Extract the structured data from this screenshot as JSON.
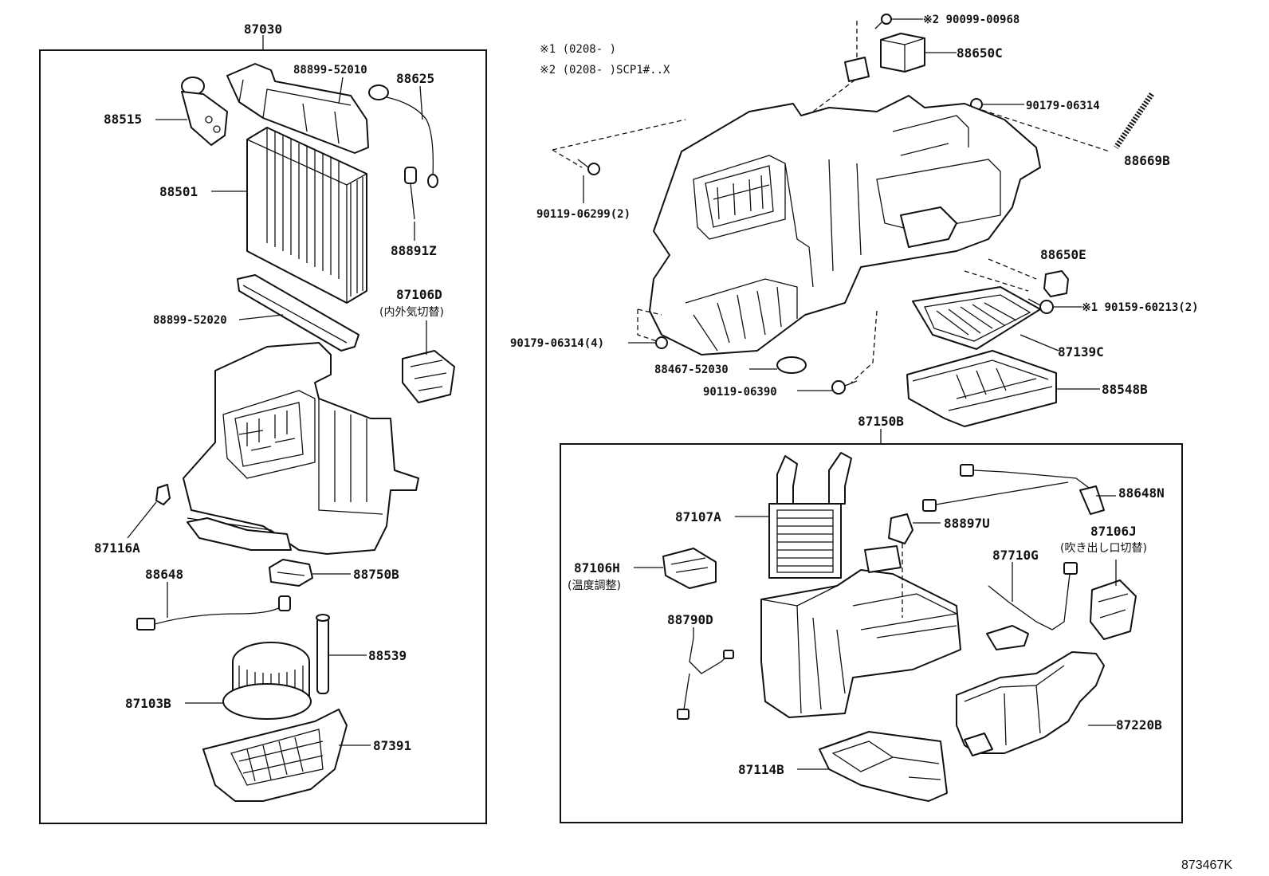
{
  "notes": {
    "note1": "※1 (0208-     )",
    "note2": "※2 (0208-     )SCP1#..X"
  },
  "left_group": {
    "assembly_label": "87030",
    "parts": {
      "p88899_52010": "88899-52010",
      "p88625": "88625",
      "p88515": "88515",
      "p88501": "88501",
      "p88891Z": "88891Z",
      "p87106D": "87106D",
      "p87106D_desc": "(内外気切替)",
      "p88899_52020": "88899-52020",
      "p87116A": "87116A",
      "p88648": "88648",
      "p88750B": "88750B",
      "p88539": "88539",
      "p87103B": "87103B",
      "p87391": "87391"
    }
  },
  "upper_right": {
    "parts": {
      "p90099_00968": "※2 90099-00968",
      "p88650C": "88650C",
      "p90179_06314_a": "90179-06314",
      "p88669B": "88669B",
      "p90119_06299": "90119-06299(2)",
      "p88650E": "88650E",
      "p90159_60213": "※1 90159-60213(2)",
      "p90179_06314_b": "90179-06314(4)",
      "p87139C": "87139C",
      "p88467_52030": "88467-52030",
      "p90119_06390": "90119-06390",
      "p88548B": "88548B"
    }
  },
  "right_group": {
    "assembly_label": "87150B",
    "parts": {
      "p88648N": "88648N",
      "p87107A": "87107A",
      "p88897U": "88897U",
      "p87106J": "87106J",
      "p87106J_desc": "(吹き出し口切替)",
      "p87710G": "87710G",
      "p87106H": "87106H",
      "p87106H_desc": "(温度調整)",
      "p88790D": "88790D",
      "p87220B": "87220B",
      "p87114B": "87114B"
    }
  },
  "diagram_code": "873467K"
}
